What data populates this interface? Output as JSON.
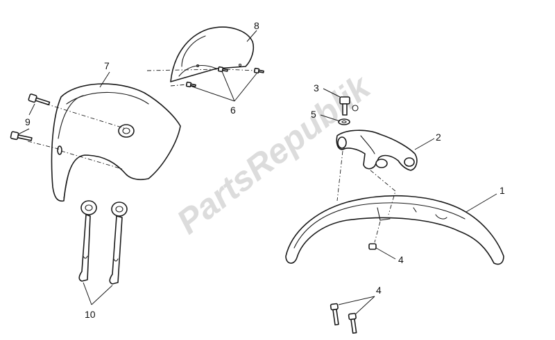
{
  "watermark": "PartsRepublik",
  "callouts": {
    "c1": "1",
    "c2": "2",
    "c3": "3",
    "c4a": "4",
    "c4b": "4",
    "c5": "5",
    "c6": "6",
    "c7": "7",
    "c8": "8",
    "c9": "9",
    "c10": "10"
  }
}
